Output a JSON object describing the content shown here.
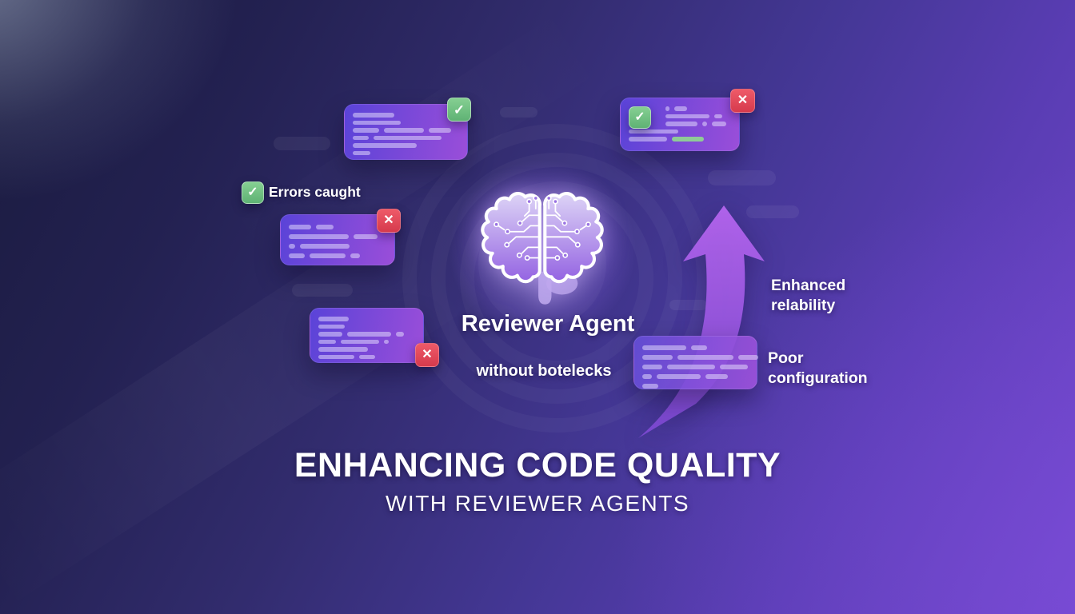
{
  "scene": {
    "title": "ENHANCING CODE QUALITY",
    "subtitle": "WITH REVIEWER AGENTS"
  },
  "center": {
    "agent_title": "Reviewer Agent",
    "agent_subtitle": "without botelecks"
  },
  "annotations": {
    "errors_caught": "Errors caught",
    "enhanced_line1": "Enhanced",
    "enhanced_line2": "relability",
    "poor_line1": "Poor",
    "poor_line2": "configuration"
  },
  "icons": {
    "check_glyph": "✓",
    "cross_glyph": "✕",
    "brain_icon": "circuit-brain",
    "arrow_icon": "curved-up-arrow"
  },
  "colors": {
    "success_green": "#72c284",
    "error_red": "#e14b5e",
    "card_gradient_start": "#5a43d8",
    "card_gradient_end": "#9a4ed9",
    "green_code_line": "#8fcb97",
    "arrow_purple": "#a55ce6",
    "bg_dark": "#1a1b3e",
    "bg_bright": "#7347cc"
  },
  "cards": [
    {
      "name": "code-card-top-left",
      "rows": [
        {
          "s": [
            52
          ]
        },
        {
          "s": [
            60
          ]
        },
        {
          "s": [
            33,
            50,
            28
          ]
        },
        {
          "s": [
            20,
            85
          ]
        },
        {
          "s": [
            80
          ]
        },
        {
          "s": [
            22
          ]
        }
      ]
    },
    {
      "name": "code-card-mid-left",
      "rows": [
        {
          "s": [
            28,
            22
          ]
        },
        {
          "s": [
            75,
            30
          ]
        },
        {
          "s": [
            8,
            62
          ]
        },
        {
          "s": [
            20,
            45,
            12
          ]
        }
      ]
    },
    {
      "name": "code-card-bottom-left",
      "rows": [
        {
          "s": [
            38
          ]
        },
        {
          "s": [
            33
          ]
        },
        {
          "s": [
            30,
            55,
            10
          ]
        },
        {
          "s": [
            22,
            48,
            6
          ]
        },
        {
          "s": [
            62
          ]
        },
        {
          "s": [
            45,
            20
          ]
        }
      ]
    },
    {
      "name": "code-card-top-right",
      "rows": [
        {
          "i": 46,
          "s": [
            5,
            16
          ]
        },
        {
          "i": 46,
          "s": [
            55,
            10
          ]
        },
        {
          "i": 46,
          "s": [
            40,
            6,
            18
          ]
        },
        {
          "s": [
            62
          ]
        },
        {
          "s": [
            48,
            {
              "w": 40,
              "c": "#8fcb97"
            }
          ]
        }
      ]
    },
    {
      "name": "code-card-poor-config",
      "rows": [
        {
          "s": [
            55,
            20
          ]
        },
        {
          "s": [
            38,
            70,
            25
          ]
        },
        {
          "s": [
            25,
            60,
            35
          ]
        },
        {
          "s": [
            12,
            55,
            28
          ]
        },
        {
          "s": [
            20
          ]
        }
      ]
    }
  ]
}
